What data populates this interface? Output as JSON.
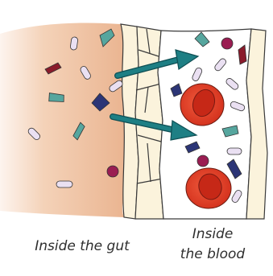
{
  "labels": {
    "gut": "Inside the gut",
    "blood_line1": "Inside",
    "blood_line2": "the blood"
  },
  "colors": {
    "gut_tissue": "#f2c8a8",
    "gut_tissue_light": "#fbeee4",
    "wall_fill": "#fbf3dc",
    "blood_fill": "#ffffff",
    "red_cell": "#e23b24",
    "red_cell_inner": "#c62817",
    "arrow": "#1e7f84",
    "navy_crystal": "#2c3576",
    "teal_crystal": "#56a69e",
    "maroon_crystal": "#8a1b2b",
    "lavender_capsule": "#eae0f2",
    "purple_dot": "#9a1d52"
  },
  "icons": [
    "arrow-icon",
    "red-blood-cell-icon",
    "crystal-particle-icon",
    "capsule-particle-icon",
    "dot-particle-icon"
  ]
}
